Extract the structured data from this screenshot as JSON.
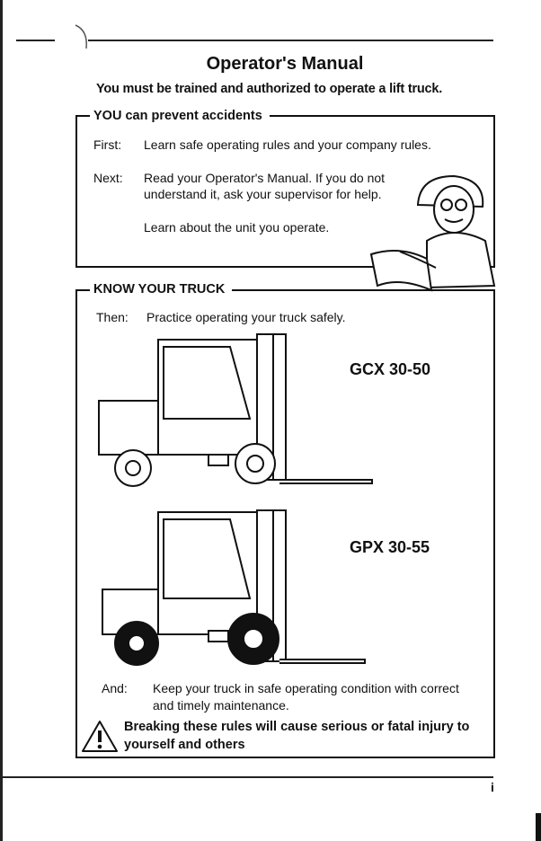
{
  "title": "Operator's Manual",
  "subtitle": "You must be trained and authorized to operate a lift truck.",
  "section1": {
    "heading": "YOU can prevent accidents",
    "items": [
      {
        "label": "First:",
        "text": "Learn safe operating rules and your company rules."
      },
      {
        "label": "Next:",
        "text": "Read your Operator's Manual. If you do not",
        "text2": "understand it, ask your supervisor for help."
      },
      {
        "text": "Learn about the unit you operate."
      }
    ]
  },
  "section2": {
    "heading": "KNOW YOUR TRUCK",
    "then_label": "Then:",
    "then_text": "Practice operating your truck safely.",
    "trucks": [
      {
        "model": "GCX 30-50"
      },
      {
        "model": "GPX 30-55"
      }
    ],
    "and_label": "And:",
    "and_text": "Keep your truck in safe operating condition with correct",
    "and_text2": "and timely maintenance.",
    "warning": "Breaking these rules will cause serious or fatal injury to",
    "warning2": "yourself and others"
  },
  "page_number": "i"
}
